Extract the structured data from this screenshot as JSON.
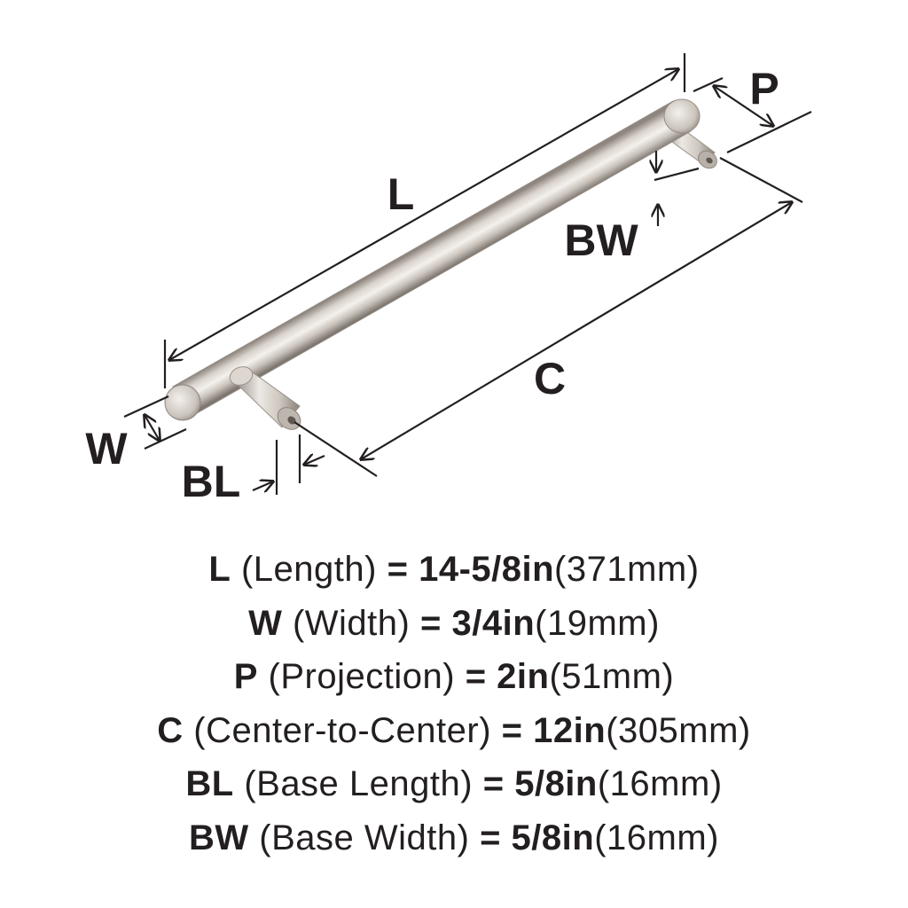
{
  "diagram": {
    "labels": {
      "L": "L",
      "P": "P",
      "BW": "BW",
      "C": "C",
      "W": "W",
      "BL": "BL"
    }
  },
  "specs": [
    {
      "symbol": "L",
      "name": "(Length)",
      "imperial": "14-5/8in",
      "metric": "(371mm)"
    },
    {
      "symbol": "W",
      "name": "(Width)",
      "imperial": "3/4in",
      "metric": "(19mm)"
    },
    {
      "symbol": "P",
      "name": "(Projection)",
      "imperial": "2in",
      "metric": "(51mm)"
    },
    {
      "symbol": "C",
      "name": "(Center-to-Center)",
      "imperial": "12in",
      "metric": "(305mm)"
    },
    {
      "symbol": "BL",
      "name": "(Base Length)",
      "imperial": "5/8in",
      "metric": "(16mm)"
    },
    {
      "symbol": "BW",
      "name": "(Base Width)",
      "imperial": "5/8in",
      "metric": "(16mm)"
    }
  ],
  "equals": "=",
  "colors": {
    "ink": "#231f20",
    "metal_light": "#f1eeea",
    "metal_mid": "#cfc8c0",
    "metal_dark": "#8e867e"
  }
}
